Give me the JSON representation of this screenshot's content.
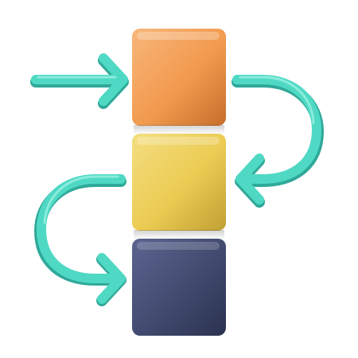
{
  "diagram": {
    "blocks": [
      {
        "id": "top",
        "color": "#F29A4E",
        "light": "#F7B77B",
        "dark": "#C76E2B",
        "role": "first-step"
      },
      {
        "id": "middle",
        "color": "#EBCB52",
        "light": "#F4DE81",
        "dark": "#BFA033",
        "role": "second-step"
      },
      {
        "id": "bottom",
        "color": "#414A6E",
        "light": "#5B6590",
        "dark": "#2B3250",
        "role": "third-step"
      }
    ],
    "arrows": [
      {
        "id": "input-arrow",
        "direction": "right",
        "target": "top"
      },
      {
        "id": "loop-arrow-right",
        "direction": "curved-left",
        "from": "top",
        "to": "middle"
      },
      {
        "id": "loop-arrow-left",
        "direction": "curved-right",
        "from": "middle",
        "to": "bottom"
      }
    ],
    "arrow_color": "#4FD9C4",
    "arrow_highlight": "#9AF0E2",
    "arrow_shadow": "#2FA99A"
  }
}
